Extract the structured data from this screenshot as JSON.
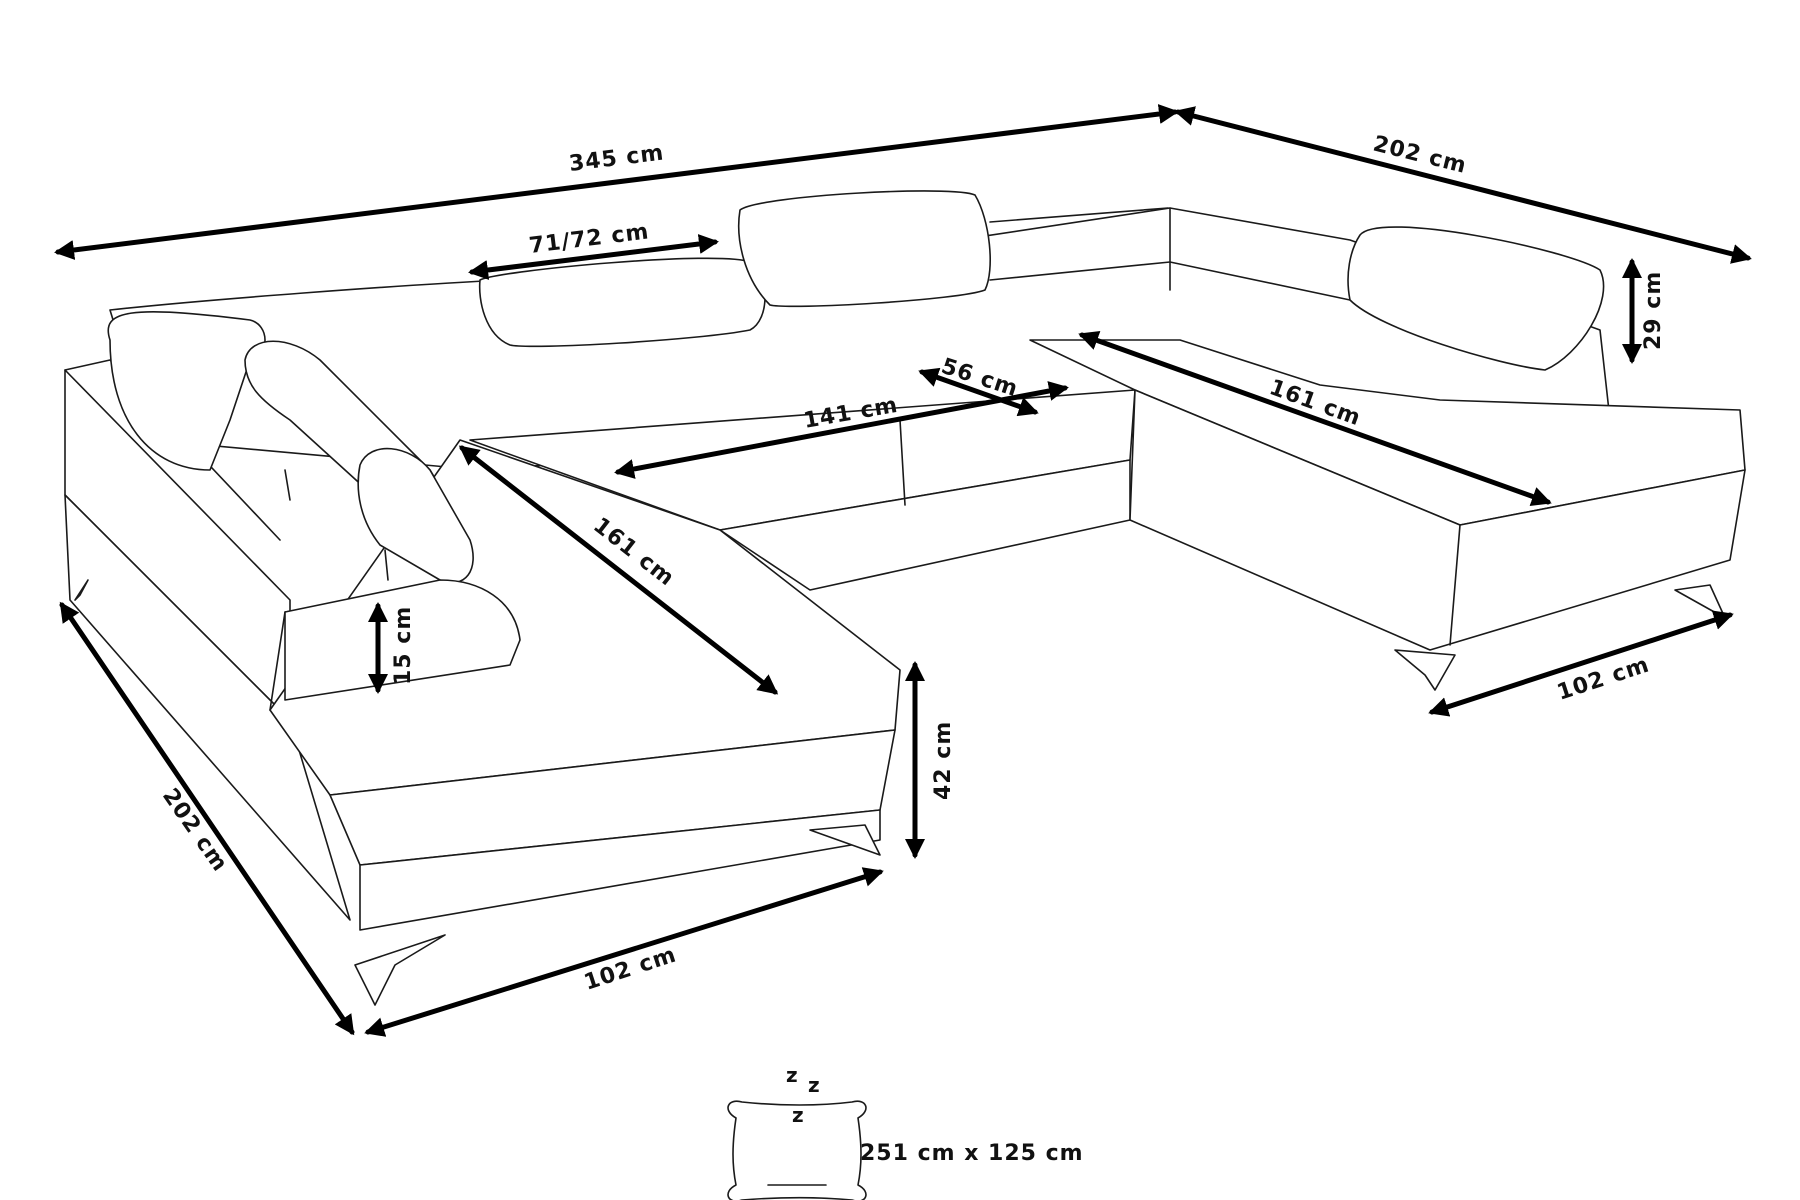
{
  "colors": {
    "stroke": "#1a1a1a",
    "dimension": "#000000",
    "background": "#ffffff"
  },
  "dimensions": {
    "overall_width": "345 cm",
    "right_depth": "202 cm",
    "headrest_width": "71/72 cm",
    "headrest_height": "29 cm",
    "seat_depth": "56 cm",
    "middle_seat_width": "141 cm",
    "right_chaise_length": "161 cm",
    "left_chaise_length": "161 cm",
    "armrest_height": "15 cm",
    "seat_height": "42 cm",
    "left_depth": "202 cm",
    "left_chaise_width": "102 cm",
    "right_chaise_width": "102 cm"
  },
  "sleep_area": {
    "icon": "pillow-sleep-icon",
    "z1": "z",
    "z2": "z",
    "z3": "z",
    "size": "251 cm x 125 cm"
  }
}
